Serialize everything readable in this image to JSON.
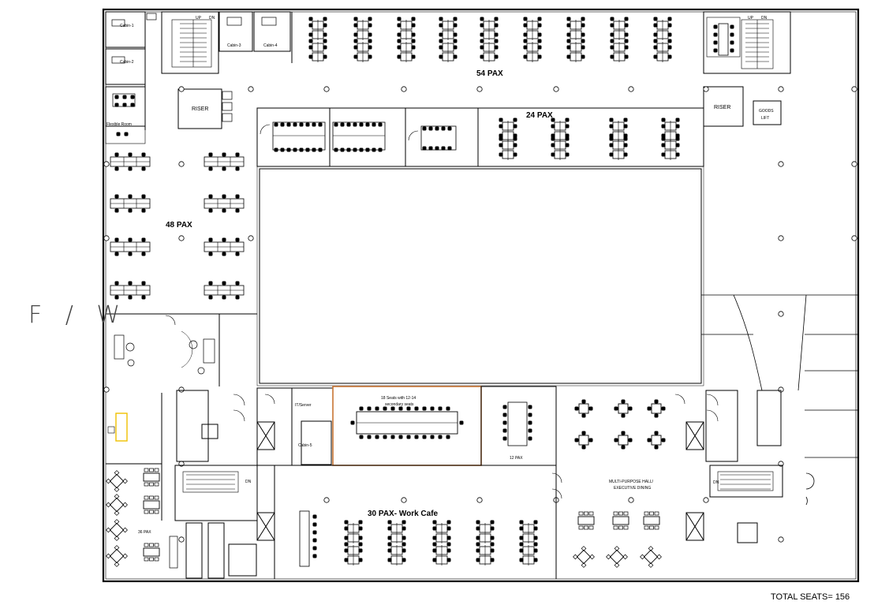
{
  "plan": {
    "zone_labels": {
      "north": "54 PAX",
      "north_east": "24 PAX",
      "west": "48 PAX",
      "work_cafe": "30 PAX- Work Cafe",
      "south_west": "36 PAX",
      "boardroom": "12 PAX",
      "conference_line1": "18 Seats with 12-14",
      "conference_line2": "secondary seats",
      "multipurpose_line1": "MULTI-PURPOSE HALL/",
      "multipurpose_line2": "EXECUTIVE DINING"
    },
    "rooms": {
      "cabin1": "Cabin-1",
      "cabin2": "Cabin-2",
      "cabin3": "Cabin-3",
      "cabin4": "Cabin-4",
      "cabin5": "Cabin-5",
      "flexible_room": "Flexible Room",
      "riser_west": "RISER",
      "riser_east": "RISER",
      "goods_lift_1": "GOODS",
      "goods_lift_2": "LIFT",
      "it_server": "IT/Server",
      "stair_up": "UP",
      "stair_dn": "DN",
      "escalator_dn": "DN"
    },
    "fw_marker": "F / W",
    "total_seats": "TOTAL SEATS= 156"
  }
}
